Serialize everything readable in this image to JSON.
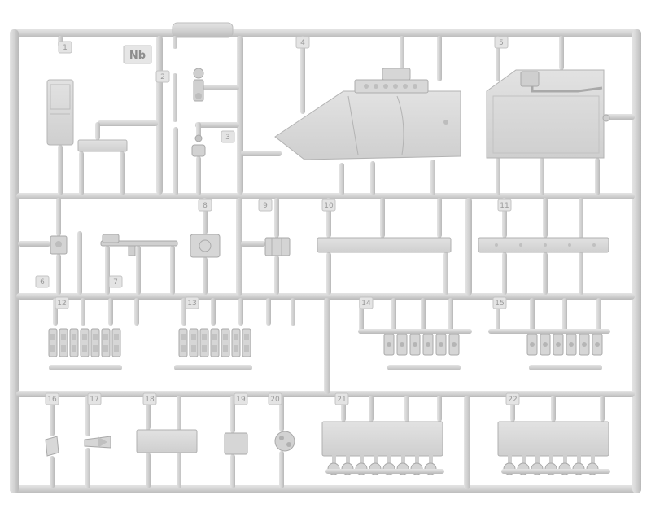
{
  "sprue": {
    "code": "Nb",
    "colors": {
      "plastic": "#d4d4d4",
      "plastic_dark": "#b8b8b8",
      "plastic_light": "#e6e6e6",
      "background": "#ffffff"
    }
  },
  "part_numbers": [
    "1",
    "2",
    "3",
    "4",
    "5",
    "6",
    "7",
    "8",
    "9",
    "10",
    "11",
    "12",
    "13",
    "14",
    "15",
    "16",
    "17",
    "18",
    "19",
    "20",
    "21",
    "22"
  ]
}
